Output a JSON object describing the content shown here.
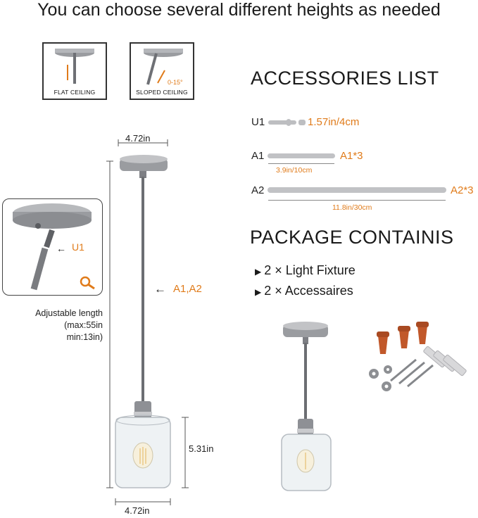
{
  "headline": "You can choose several different heights as needed",
  "mount_modes": [
    {
      "label": "FLAT CEILING"
    },
    {
      "label": "SLOPED CEILING",
      "angle": "0-15°"
    }
  ],
  "accessories": {
    "title": "ACCESSORIES LIST",
    "items": [
      {
        "code": "U1",
        "value": "1.57in/4cm"
      },
      {
        "code": "A1",
        "qty": "A1*3",
        "length": "3.9in/10cm"
      },
      {
        "code": "A2",
        "qty": "A2*3",
        "length": "11.8in/30cm"
      }
    ]
  },
  "package": {
    "title": "PACKAGE CONTAINIS",
    "items": [
      "2 × Light Fixture",
      "2 × Accessaires"
    ]
  },
  "dimensions": {
    "canopy_width": "4.72in",
    "shade_width": "4.72in",
    "shade_height": "5.31in",
    "adjustable_label": "Adjustable length",
    "adjustable_max": "(max:55in",
    "adjustable_min": "min:13in)"
  },
  "callouts": {
    "rod": "A1,A2",
    "joint": "U1"
  },
  "icons": [
    "magnifier-icon",
    "arrow-left-icon",
    "triangle-bullet-icon"
  ],
  "colors": {
    "accent": "#e07b1a",
    "metal": "#9a9ca0"
  }
}
